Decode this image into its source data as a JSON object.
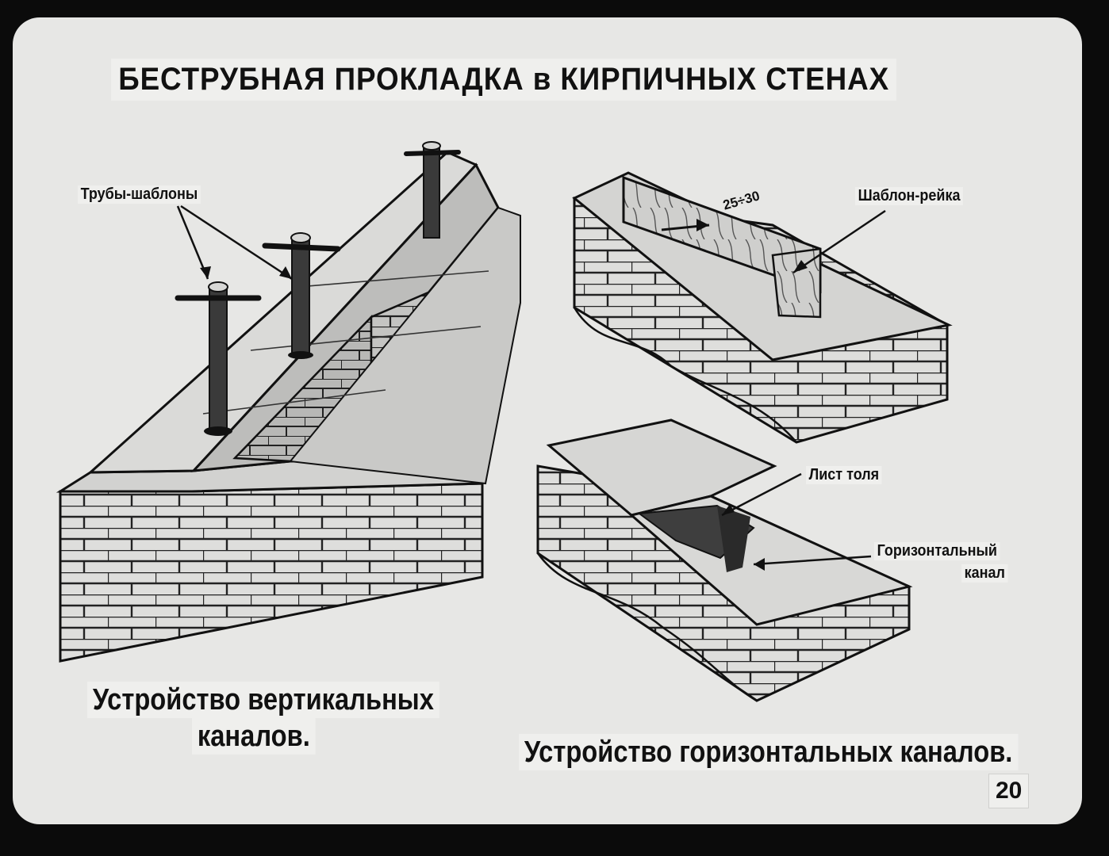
{
  "title": "БЕСТРУБНАЯ ПРОКЛАДКА в КИРПИЧНЫХ СТЕНАХ",
  "labels": {
    "pipes": "Трубы-шаблоны",
    "rail": "Шаблон-рейка",
    "rail_dimension": "25÷30",
    "tar_sheet": "Лист толя",
    "horizontal_channel_line1": "Горизонтальный",
    "horizontal_channel_line2": "канал"
  },
  "captions": {
    "vertical_line1": "Устройство вертикальных",
    "vertical_line2": "каналов.",
    "horizontal": "Устройство горизонтальных каналов."
  },
  "page_number": "20",
  "colors": {
    "background": "#0b0b0b",
    "slide": "#e7e7e5",
    "ink": "#111111",
    "shade": "#a9a9a7"
  }
}
